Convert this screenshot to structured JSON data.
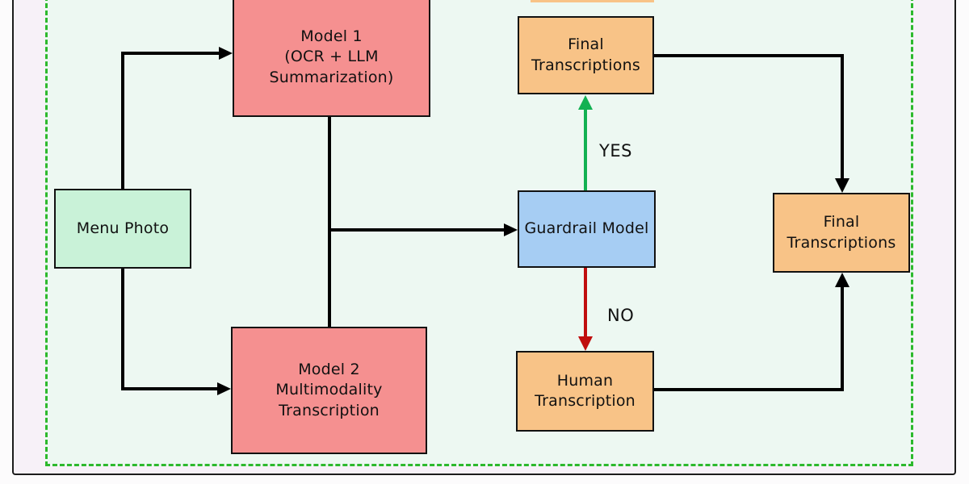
{
  "diagram": {
    "nodes": {
      "menu_photo": {
        "label": "Menu Photo",
        "fill": "#c9f2d8"
      },
      "model1": {
        "label": "Model 1\n(OCR + LLM\nSummarization)",
        "fill": "#f59090"
      },
      "model2": {
        "label": "Model 2\nMultimodality\nTranscription",
        "fill": "#f59090"
      },
      "guardrail": {
        "label": "Guardrail Model",
        "fill": "#a6cdf3"
      },
      "final_top": {
        "label": "Final\nTranscriptions",
        "fill": "#f8c387"
      },
      "final_right": {
        "label": "Final\nTranscriptions",
        "fill": "#f8c387"
      },
      "human": {
        "label": "Human\nTranscription",
        "fill": "#f8c387"
      }
    },
    "edge_labels": {
      "yes": "YES",
      "no": "NO"
    },
    "colors": {
      "connector": "#000000",
      "yes_arrow": "#12b152",
      "no_arrow": "#c00e0e",
      "dashed_border": "#2db92d",
      "inner_background": "#edf8f2",
      "outer_background": "#f7f1f8",
      "page_background": "#fcfbfc",
      "node_orange": "#f8c387"
    }
  }
}
